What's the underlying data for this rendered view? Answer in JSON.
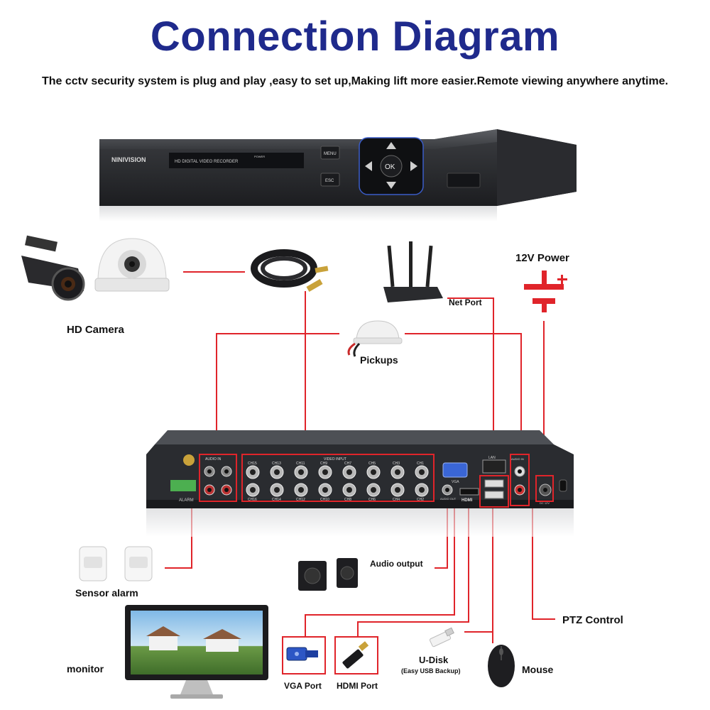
{
  "header": {
    "title": "Connection Diagram",
    "subtitle": "The cctv security system is plug and play ,easy to set up,Making lift more easier.Remote viewing anywhere anytime."
  },
  "dvr_front": {
    "brand": "NINIVISION",
    "model_text": "HD DIGITAL VIDEO RECORDER",
    "power_text": "POWER",
    "menu_label": "MENU",
    "esc_label": "ESC",
    "ok_label": "OK"
  },
  "dvr_back": {
    "audio_in_left": "AUDIO IN",
    "video_input": "VIDEO INPUT",
    "audio_in_right": "AUDIO IN",
    "audio_out": "AUDIO OUT",
    "hdmi": "HDMI",
    "vga": "VGA",
    "lan": "LAN",
    "alarm": "ALARM",
    "dc": "DC 12V",
    "channels_top": [
      "CH15",
      "CH13",
      "CH11",
      "CH9",
      "CH7",
      "CH5",
      "CH3",
      "CH1"
    ],
    "channels_bottom": [
      "CH16",
      "CH14",
      "CH12",
      "CH10",
      "CH8",
      "CH6",
      "CH4",
      "CH2"
    ]
  },
  "labels": {
    "hd_camera": "HD Camera",
    "pickups": "Pickups",
    "net_port": "Net Port",
    "power": "12V Power",
    "sensor_alarm": "Sensor alarm",
    "audio_output": "Audio output",
    "ptz_control": "PTZ Control",
    "monitor": "monitor",
    "vga_port": "VGA Port",
    "hdmi_port": "HDMI Port",
    "udisk": "U-Disk",
    "udisk_sub": "(Easy USB Backup)",
    "mouse": "Mouse"
  },
  "colors": {
    "title": "#1f2a8c",
    "wire": "#e0242a",
    "device": "#2b2d31"
  }
}
